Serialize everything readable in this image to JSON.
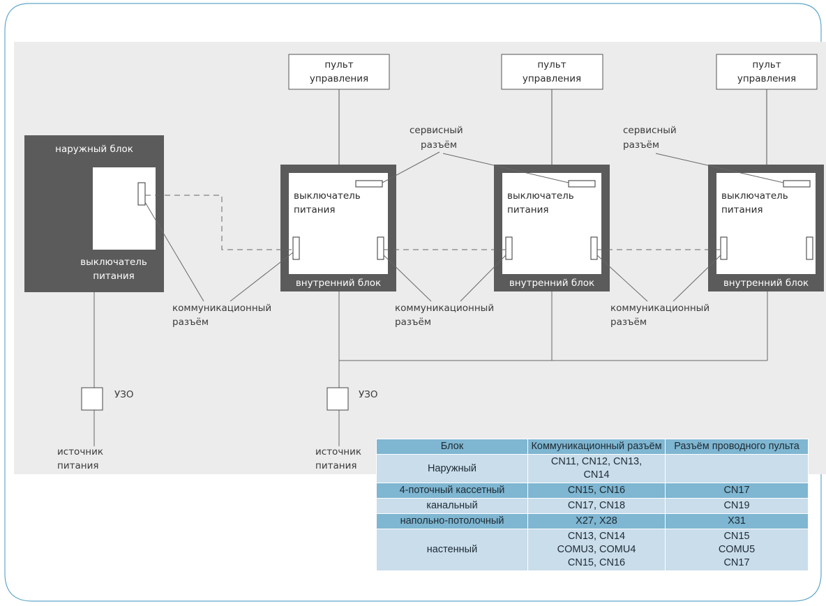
{
  "labels": {
    "remote": [
      "пульт",
      "управления"
    ],
    "outdoor_unit": "наружный блок",
    "indoor_unit": "внутренний блок",
    "power_switch": [
      "выключатель",
      "питания"
    ],
    "service_connector": [
      "сервисный",
      "разъём"
    ],
    "comm_connector": [
      "коммуникационный",
      "разъём"
    ],
    "rcd": "УЗО",
    "power_source": [
      "источник",
      "питания"
    ]
  },
  "table": {
    "headers": [
      "Блок",
      "Коммуникационный разъём",
      "Разъём проводного пульта"
    ],
    "rows": [
      {
        "unit": "Наружный",
        "comm": [
          "CN11, CN12, CN13,",
          "CN14"
        ],
        "remote": [
          ""
        ]
      },
      {
        "unit": "4-поточный кассетный",
        "comm": [
          "CN15, CN16"
        ],
        "remote": [
          "CN17"
        ]
      },
      {
        "unit": "канальный",
        "comm": [
          "CN17, CN18"
        ],
        "remote": [
          "CN19"
        ]
      },
      {
        "unit": "напольно-потолочный",
        "comm": [
          "X27, X28"
        ],
        "remote": [
          "X31"
        ]
      },
      {
        "unit": "настенный",
        "comm": [
          "CN13, CN14",
          "COMU3, COMU4",
          "CN15, CN16"
        ],
        "remote": [
          "CN15",
          "COMU5",
          "CN17"
        ]
      }
    ]
  },
  "colors": {
    "unit_fill": "#5b5b5b",
    "table_header": "#7fb6d1",
    "table_light": "#c9ddeb",
    "frame": "#5fa6c8",
    "band": "#ececec"
  }
}
